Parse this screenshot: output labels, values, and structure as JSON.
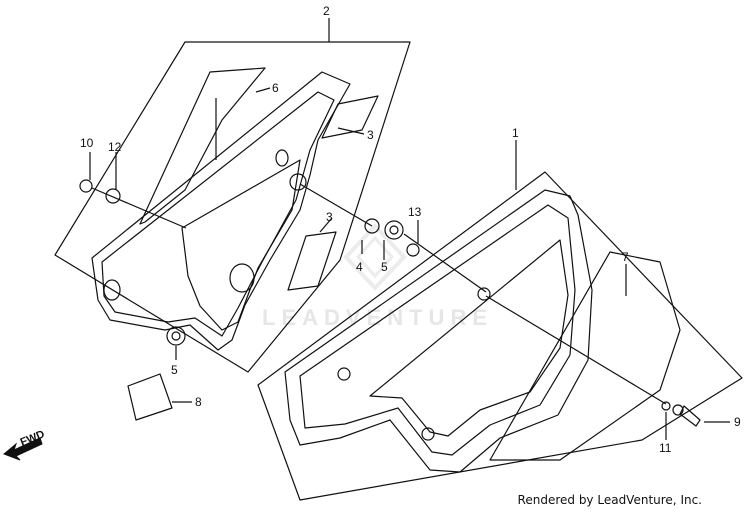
{
  "callouts": {
    "c1": "1",
    "c2": "2",
    "c3a": "3",
    "c3b": "3",
    "c4": "4",
    "c5a": "5",
    "c5b": "5",
    "c6": "6",
    "c7": "7",
    "c8": "8",
    "c9": "9",
    "c10": "10",
    "c11": "11",
    "c12": "12",
    "c13": "13"
  },
  "fwd_label": "FWD",
  "watermark": "LEADVENTURE",
  "credit": "Rendered by LeadVenture, Inc."
}
